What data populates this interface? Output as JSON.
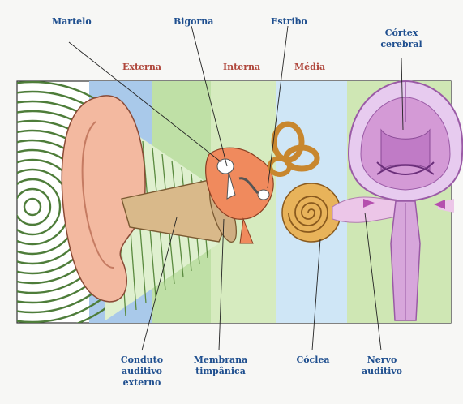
{
  "labels": {
    "martelo": "Martelo",
    "bigorna": "Bigorna",
    "estribo": "Estribo",
    "cortex_line1": "Córtex",
    "cortex_line2": "cerebral",
    "externa": "Externa",
    "interna": "Interna",
    "media": "Média",
    "conduto_line1": "Conduto",
    "conduto_line2": "auditivo",
    "conduto_line3": "externo",
    "membrana_line1": "Membrana",
    "membrana_line2": "timpânica",
    "coclea": "Cóclea",
    "nervo_line1": "Nervo",
    "nervo_line2": "auditivo"
  },
  "colors": {
    "label_text": "#1f4f8f",
    "region_text": "#b0483d",
    "outer_band": "#a9c9ea",
    "green_band": "#bfe0a6",
    "middle_band": "#cfe6f6",
    "ear_skin": "#f3b9a0",
    "canal": "#d9b98a",
    "ossicles": "#f08a5d",
    "cochlea": "#e8b35a",
    "brain": "#d49ad6"
  }
}
